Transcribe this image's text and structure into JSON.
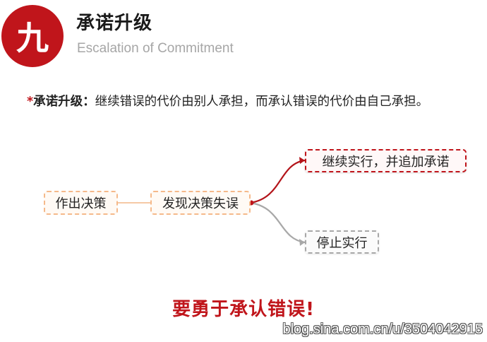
{
  "header": {
    "badge_char": "九",
    "title": "承诺升级",
    "subtitle": "Escalation of Commitment"
  },
  "definition": {
    "star": "*",
    "term": "承诺升级",
    "colon": "：",
    "text": "继续错误的代价由别人承担，而承认错误的代价由自己承担。"
  },
  "diagram": {
    "node_1": "作出决策",
    "node_2": "发现决策失误",
    "branch_continue": "继续实行，并追加承诺",
    "branch_stop": "停止实行"
  },
  "slogan": "要勇于承认错误!",
  "watermark": "blog.sina.com.cn/u/3504042915",
  "colors": {
    "accent_red": "#c0151b",
    "node_orange_border": "#f5b98a",
    "stop_gray": "#a8a8a8"
  }
}
